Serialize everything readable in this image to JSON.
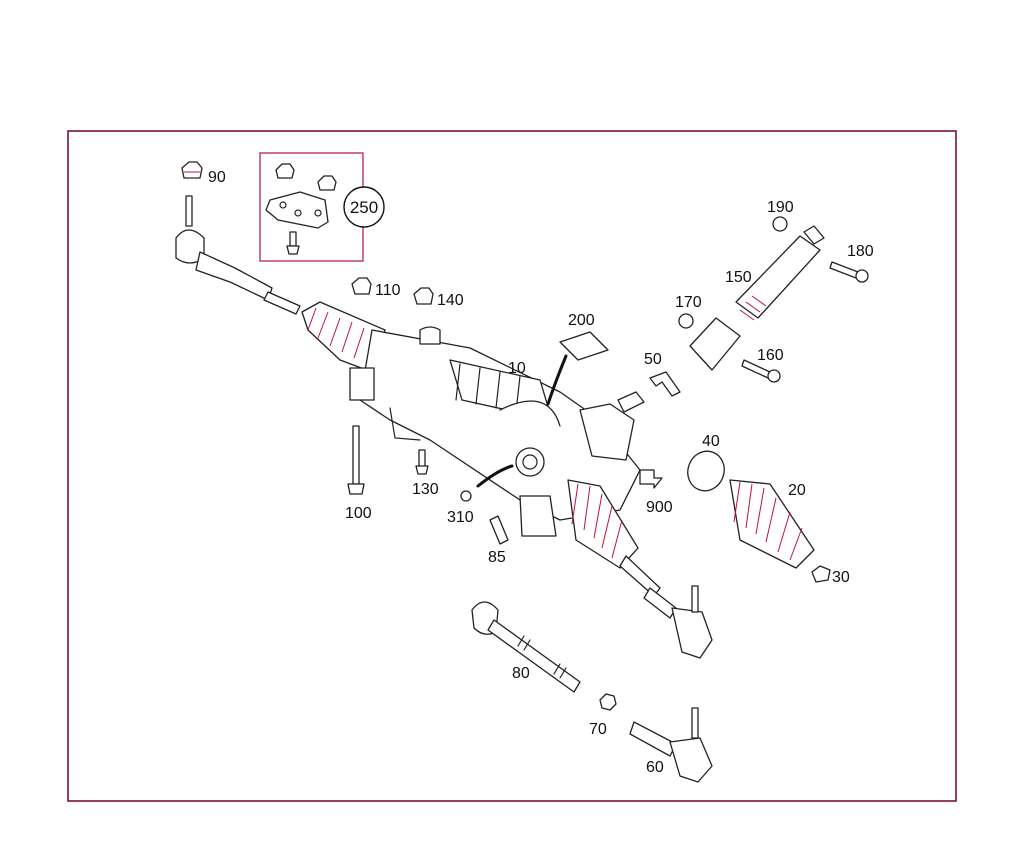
{
  "colors": {
    "frame": "#7a1030",
    "accent": "#c0103a",
    "ink": "#222222"
  },
  "labels": {
    "p90": "90",
    "p250": "250",
    "p110": "110",
    "p140": "140",
    "p200": "200",
    "p10": "10",
    "p190": "190",
    "p180": "180",
    "p150": "150",
    "p170": "170",
    "p160": "160",
    "p50": "50",
    "p40": "40",
    "p20": "20",
    "p30": "30",
    "p100": "100",
    "p130": "130",
    "p310": "310",
    "p85": "85",
    "p900": "900",
    "p80": "80",
    "p70": "70",
    "p60": "60"
  }
}
